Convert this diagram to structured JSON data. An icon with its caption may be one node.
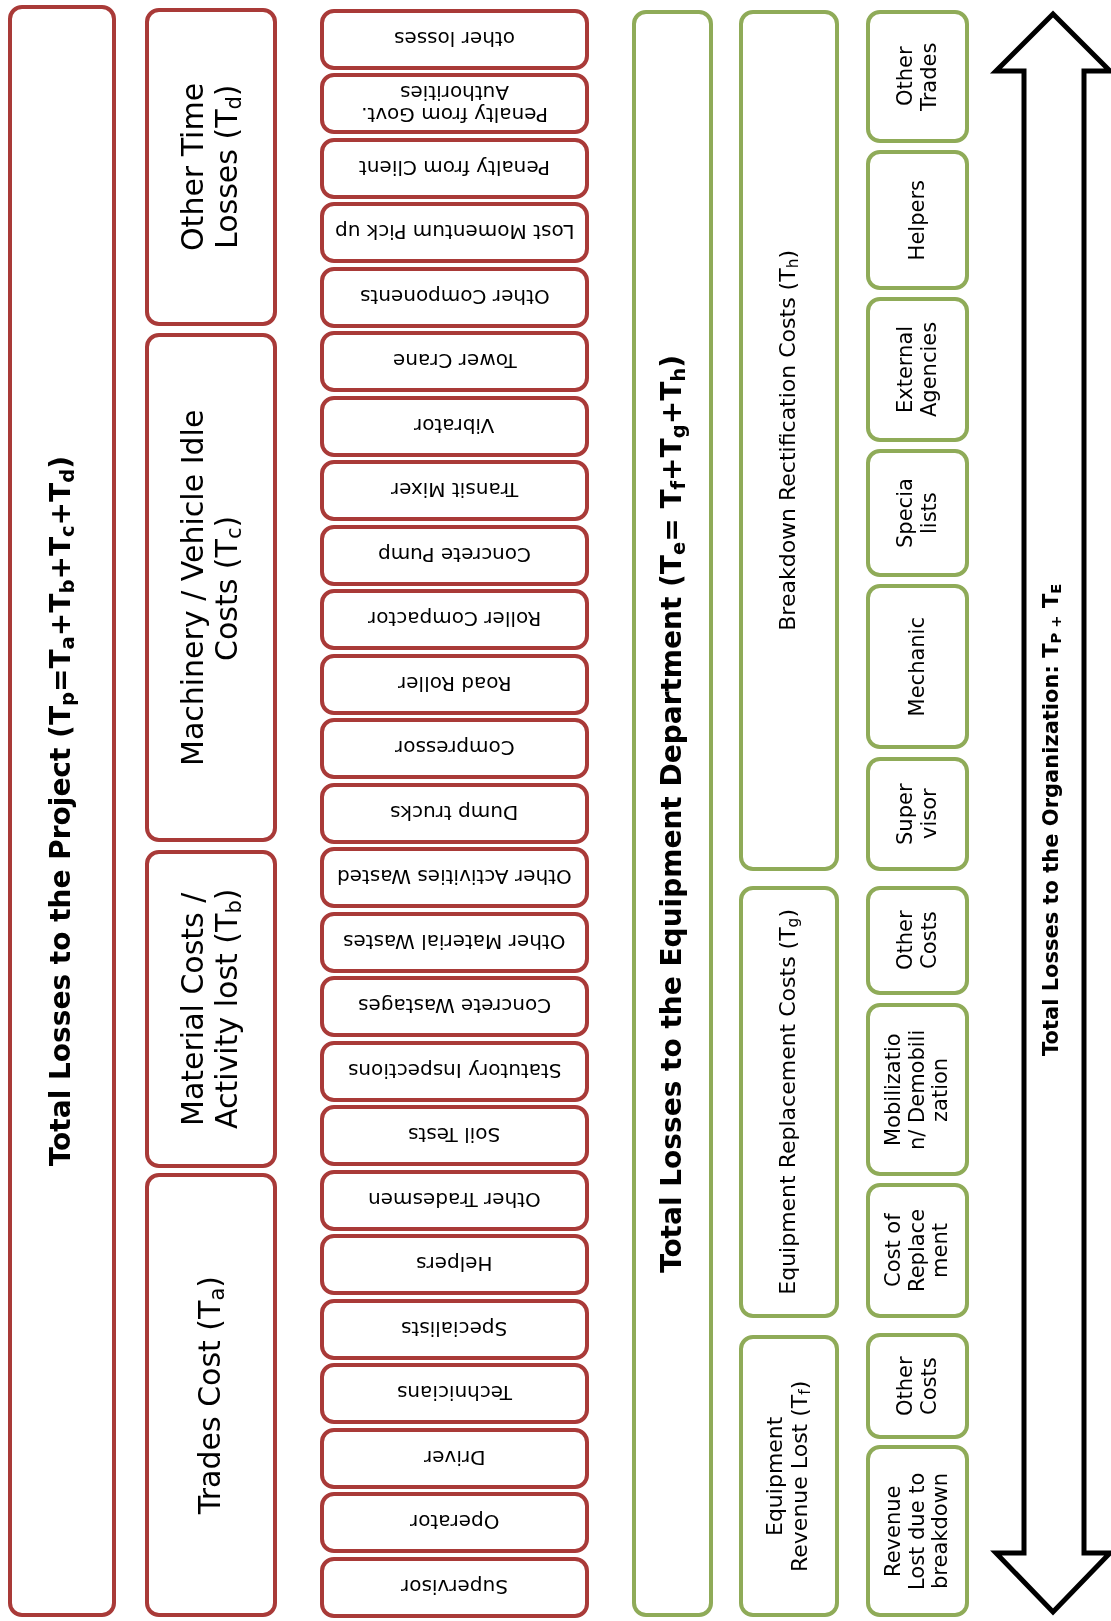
{
  "diagram": {
    "nodes": [
      {
        "text": [
          "Total Losses to the Project (T$_{p}$=T$_{a}$+T$_{b}$+T$_{c}$+T$_{d}$)"
        ]
      },
      {
        "text": [
          "Trades Cost (T$_{a}$)"
        ]
      },
      {
        "text": [
          "Material Costs / Activity lost (T$_{b}$)"
        ]
      },
      {
        "text": [
          "Machinery / Vehicle Idle Costs (T$_{c}$)"
        ]
      },
      {
        "text": [
          "Other Time Losses (T$_{d}$)"
        ]
      },
      {
        "text": [
          "Supervisor"
        ]
      },
      {
        "text": [
          "Operator"
        ]
      },
      {
        "text": [
          "Driver"
        ]
      },
      {
        "text": [
          "Technicians"
        ]
      },
      {
        "text": [
          "Specialists"
        ]
      },
      {
        "text": [
          "Helpers"
        ]
      },
      {
        "text": [
          "Other Tradesmen"
        ]
      },
      {
        "text": [
          "Soil Tests"
        ]
      },
      {
        "text": [
          "Statutory Inspections"
        ]
      },
      {
        "text": [
          "Concrete Wastages"
        ]
      },
      {
        "text": [
          "Other Material Wastes"
        ]
      },
      {
        "text": [
          "Other Activities Wasted"
        ]
      },
      {
        "text": [
          "Dump trucks"
        ]
      },
      {
        "text": [
          "Compressor"
        ]
      },
      {
        "text": [
          "Road Roller"
        ]
      },
      {
        "text": [
          "Roller Compactor"
        ]
      },
      {
        "text": [
          "Concrete Pump"
        ]
      },
      {
        "text": [
          "Transit Mixer"
        ]
      },
      {
        "text": [
          "Vibrator"
        ]
      },
      {
        "text": [
          "Tower Crane"
        ]
      },
      {
        "text": [
          "Other Components"
        ]
      },
      {
        "text": [
          "Lost Momentum Pick up"
        ]
      },
      {
        "text": [
          "Penalty from Client"
        ]
      },
      {
        "text": [
          "Penalty from Govt. Authorities"
        ]
      },
      {
        "text": [
          "other losses"
        ]
      },
      {
        "text": [
          "Total Losses to the Equipment Department (T$_{e}$= T$_{f}$+T$_{g}$+T$_{h}$)"
        ]
      },
      {
        "text": [
          "Equipment Revenue Lost (T$_{f}$)"
        ]
      },
      {
        "text": [
          "Equipment Replacement Costs (T$_{g}$)"
        ]
      },
      {
        "text": [
          "Breakdown Rectification Costs (T$_{h}$)"
        ]
      },
      {
        "text": [
          "Revenue Lost due to breakdown"
        ]
      },
      {
        "text": [
          "Other Costs"
        ]
      },
      {
        "text": [
          "Cost of Replace ment"
        ]
      },
      {
        "text": [
          "Mobilizatio n/ Demobili zation"
        ]
      },
      {
        "text": [
          "Other Costs"
        ]
      },
      {
        "text": [
          "Super visor"
        ]
      },
      {
        "text": [
          "Mechanic"
        ]
      },
      {
        "text": [
          "Specia lists"
        ]
      },
      {
        "text": [
          "External Agencies"
        ]
      },
      {
        "text": [
          "Helpers"
        ]
      },
      {
        "text": [
          "Other Trades"
        ]
      }
    ],
    "edges": [],
    "labels": [
      "Total Losses to the Organization: T$_{P +}$ T$_{E}$"
    ]
  }
}
